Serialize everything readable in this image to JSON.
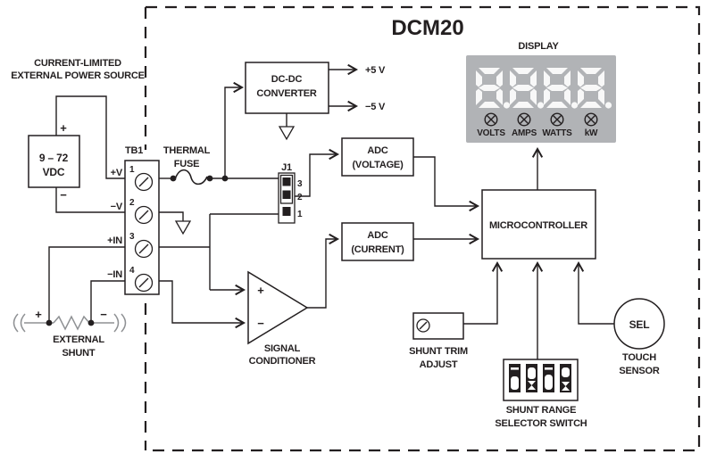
{
  "title": "DCM20",
  "power_source": {
    "label1": "CURRENT-LIMITED",
    "label2": "EXTERNAL POWER SOURCE",
    "voltage1": "9 – 72",
    "voltage2": "VDC",
    "plus": "+",
    "minus": "−"
  },
  "tb1": {
    "label": "TB1",
    "signals": [
      "+V",
      "−V",
      "+IN",
      "−IN"
    ],
    "numbers": [
      "1",
      "2",
      "3",
      "4"
    ]
  },
  "fuse": {
    "label1": "THERMAL",
    "label2": "FUSE"
  },
  "dcdc": {
    "label1": "DC-DC",
    "label2": "CONVERTER",
    "out_pos": "+5 V",
    "out_neg": "−5 V"
  },
  "j1": {
    "label": "J1",
    "pin3": "3",
    "pin2": "2",
    "pin1": "1"
  },
  "adc_v": {
    "label1": "ADC",
    "label2": "(VOLTAGE)"
  },
  "adc_i": {
    "label1": "ADC",
    "label2": "(CURRENT)"
  },
  "opamp": {
    "plus": "+",
    "minus": "−",
    "label1": "SIGNAL",
    "label2": "CONDITIONER"
  },
  "mcu": {
    "label": "MICROCONTROLLER"
  },
  "display": {
    "label": "DISPLAY",
    "indicators": [
      "VOLTS",
      "AMPS",
      "WATTS",
      "kW"
    ]
  },
  "trim": {
    "label1": "SHUNT TRIM",
    "label2": "ADJUST"
  },
  "dip": {
    "label1": "SHUNT RANGE",
    "label2": "SELECTOR SWITCH"
  },
  "touch": {
    "button": "SEL",
    "label1": "TOUCH",
    "label2": "SENSOR"
  },
  "shunt": {
    "plus": "+",
    "minus": "−",
    "label1": "EXTERNAL",
    "label2": "SHUNT"
  },
  "colors": {
    "line": "#231f20",
    "display_bg": "#b1b3b6",
    "digit": "#f8f8f8"
  }
}
